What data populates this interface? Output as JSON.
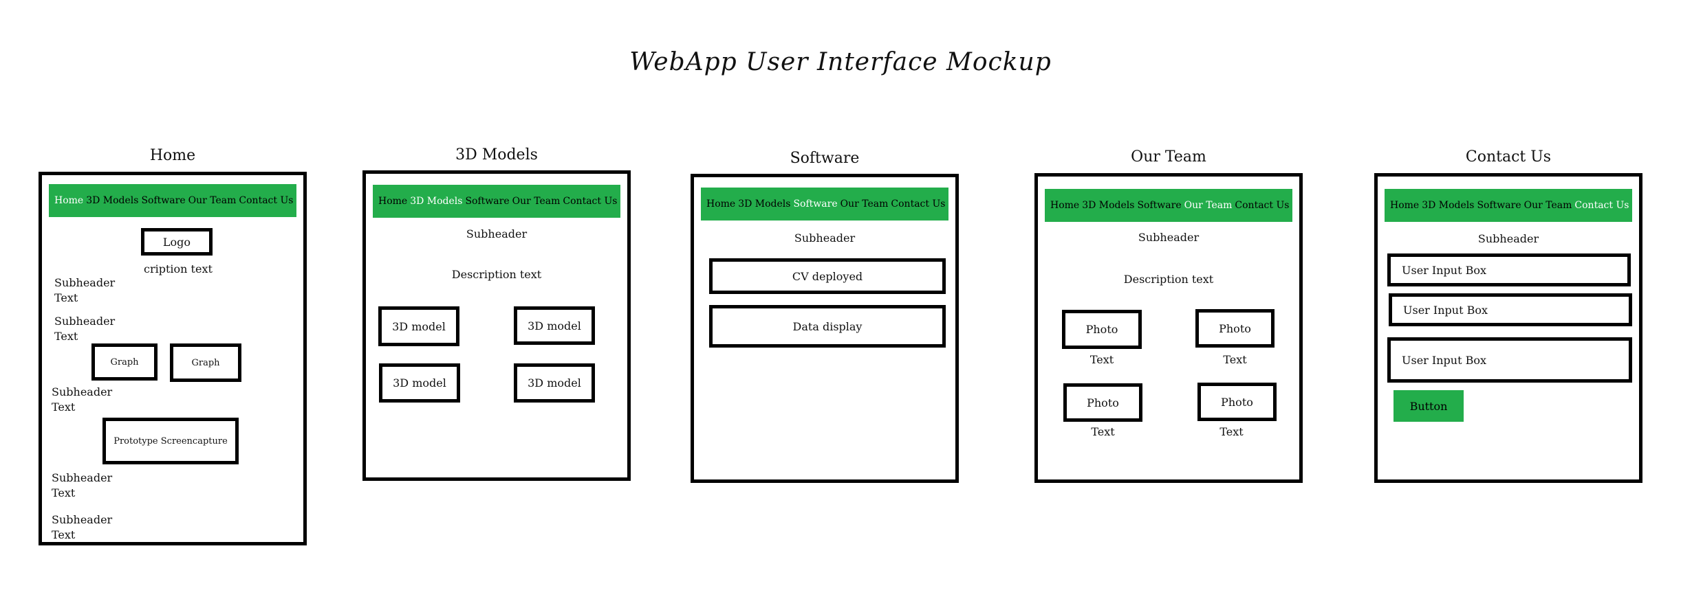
{
  "title": "WebApp User Interface Mockup",
  "nav_items": [
    "Home",
    "3D Models",
    "Software",
    "Our Team",
    "Contact Us"
  ],
  "colors": {
    "nav_bg": "#23ad4b",
    "active_link": "#ffffff",
    "button_bg": "#23ad4b"
  },
  "home": {
    "title": "Home",
    "logo": "Logo",
    "description": "cription text",
    "sections": [
      {
        "subheader": "Subheader",
        "text": "Text"
      },
      {
        "subheader": "Subheader",
        "text": "Text"
      },
      {
        "subheader": "Subheader",
        "text": "Text"
      },
      {
        "subheader": "Subheader",
        "text": "Text"
      },
      {
        "subheader": "Subheader",
        "text": "Text"
      }
    ],
    "graphs": [
      "Graph",
      "Graph"
    ],
    "prototype": "Prototype Screencapture"
  },
  "models": {
    "title": "3D Models",
    "subheader": "Subheader",
    "description": "Description text",
    "items": [
      "3D model",
      "3D model",
      "3D model",
      "3D model"
    ]
  },
  "software": {
    "title": "Software",
    "subheader": "Subheader",
    "boxes": [
      "CV deployed",
      "Data display"
    ]
  },
  "team": {
    "title": "Our Team",
    "subheader": "Subheader",
    "description": "Description text",
    "members": [
      {
        "photo": "Photo",
        "text": "Text"
      },
      {
        "photo": "Photo",
        "text": "Text"
      },
      {
        "photo": "Photo",
        "text": "Text"
      },
      {
        "photo": "Photo",
        "text": "Text"
      }
    ]
  },
  "contact": {
    "title": "Contact Us",
    "subheader": "Subheader",
    "inputs": [
      "User Input Box",
      "User Input Box",
      "User Input Box"
    ],
    "button": "Button"
  }
}
